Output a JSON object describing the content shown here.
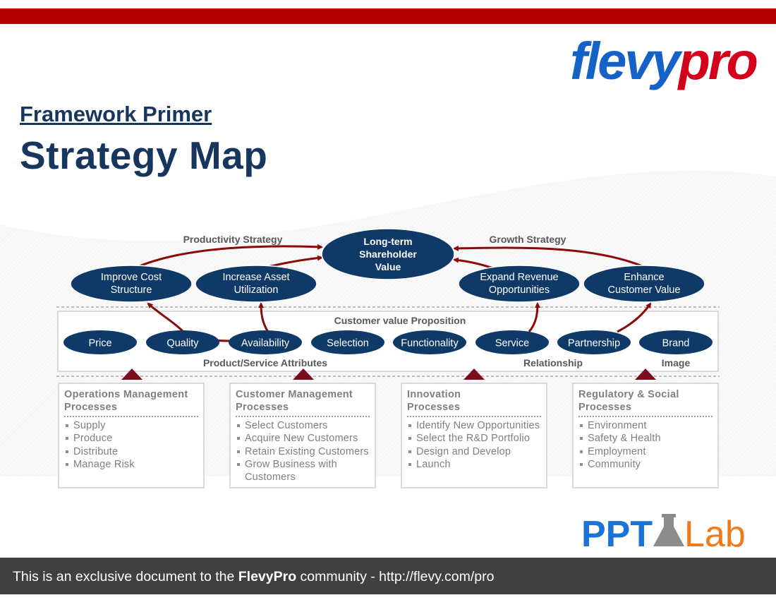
{
  "header": {
    "primer_title": "Framework Primer",
    "main_title": "Strategy Map"
  },
  "logos": {
    "flevy_part1": "flevy",
    "flevy_part2": "pro",
    "ppt_part1": "PPT",
    "ppt_part2": "Lab"
  },
  "strategy": {
    "productivity_label": "Productivity Strategy",
    "growth_label": "Growth Strategy",
    "center": [
      "Long-term",
      "Shareholder",
      "Value"
    ],
    "improve_cost": [
      "Improve Cost",
      "Structure"
    ],
    "increase_asset": [
      "Increase Asset",
      "Utilization"
    ],
    "expand_revenue": [
      "Expand Revenue",
      "Opportunities"
    ],
    "enhance_value": [
      "Enhance",
      "Customer Value"
    ]
  },
  "proposition": {
    "title": "Customer value Proposition",
    "attributes": [
      "Price",
      "Quality",
      "Availability",
      "Selection",
      "Functionality",
      "Service",
      "Partnership",
      "Brand"
    ],
    "product_label": "Product/Service Attributes",
    "relationship_label": "Relationship",
    "image_label": "Image"
  },
  "processes": [
    {
      "title": [
        "Operations Management",
        "Processes"
      ],
      "items": [
        "Supply",
        "Produce",
        "Distribute",
        "Manage Risk"
      ]
    },
    {
      "title": [
        "Customer Management",
        "Processes"
      ],
      "items": [
        "Select Customers",
        "Acquire New Customers",
        "Retain Existing Customers",
        "Grow Business with Customers"
      ]
    },
    {
      "title": [
        "Innovation",
        "Processes"
      ],
      "items": [
        "Identify New Opportunities",
        "Select the R&D Portfolio",
        "Design and Develop",
        "Launch"
      ]
    },
    {
      "title": [
        "Regulatory & Social",
        "Processes"
      ],
      "items": [
        "Environment",
        "Safety & Health",
        "Employment",
        "Community"
      ]
    }
  ],
  "footer": {
    "prefix": "This is an exclusive document to the ",
    "brand": "FlevyPro",
    "suffix": " community - http://flevy.com/pro"
  },
  "colors": {
    "header_bar": "#b40000",
    "title": "#17365d",
    "oval_fill": "#0f3a68",
    "arrow": "#8b0a0a",
    "triangle": "#7a0c1e",
    "footer_bg": "#404040"
  }
}
